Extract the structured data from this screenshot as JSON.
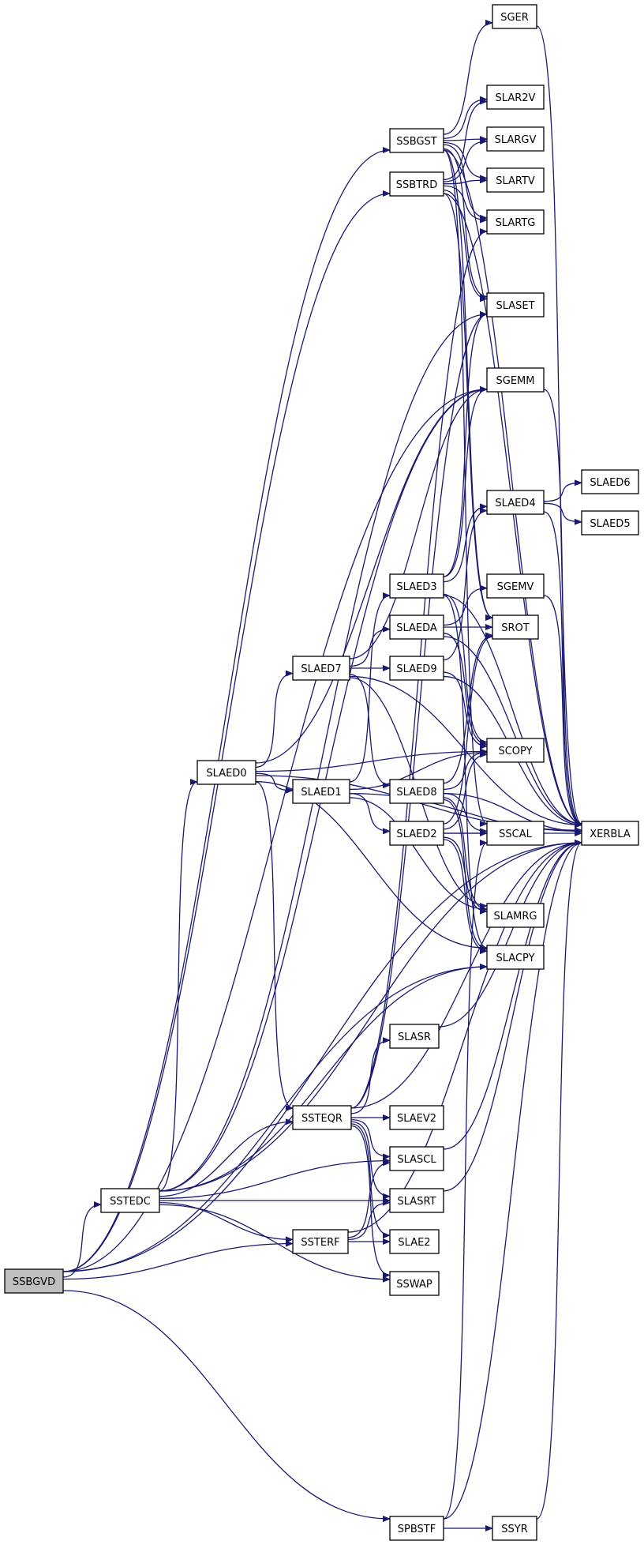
{
  "colors": {
    "edge": "#191970",
    "node_fill": "#ffffff",
    "root_fill": "#bfbfbf",
    "node_stroke": "#000000"
  },
  "nodes": [
    {
      "id": "SSBGVD",
      "label": "SSBGVD",
      "root": true
    },
    {
      "id": "SSBGST",
      "label": "SSBGST"
    },
    {
      "id": "SSBTRD",
      "label": "SSBTRD"
    },
    {
      "id": "SSTEDC",
      "label": "SSTEDC"
    },
    {
      "id": "SLAED0",
      "label": "SLAED0"
    },
    {
      "id": "SLAED7",
      "label": "SLAED7"
    },
    {
      "id": "SLAED1",
      "label": "SLAED1"
    },
    {
      "id": "SSTEQR",
      "label": "SSTEQR"
    },
    {
      "id": "SSTERF",
      "label": "SSTERF"
    },
    {
      "id": "SPBSTF",
      "label": "SPBSTF"
    },
    {
      "id": "SGER",
      "label": "SGER"
    },
    {
      "id": "SLAR2V",
      "label": "SLAR2V"
    },
    {
      "id": "SLARGV",
      "label": "SLARGV"
    },
    {
      "id": "SLARTV",
      "label": "SLARTV"
    },
    {
      "id": "SLARTG",
      "label": "SLARTG"
    },
    {
      "id": "SLASET",
      "label": "SLASET"
    },
    {
      "id": "SGEMM",
      "label": "SGEMM"
    },
    {
      "id": "SLAED4",
      "label": "SLAED4"
    },
    {
      "id": "SLAED3",
      "label": "SLAED3"
    },
    {
      "id": "SGEMV",
      "label": "SGEMV"
    },
    {
      "id": "SLAEDA",
      "label": "SLAEDA"
    },
    {
      "id": "SROT",
      "label": "SROT"
    },
    {
      "id": "SLAED9",
      "label": "SLAED9"
    },
    {
      "id": "SCOPY",
      "label": "SCOPY"
    },
    {
      "id": "SLAED8",
      "label": "SLAED8"
    },
    {
      "id": "SLAED2",
      "label": "SLAED2"
    },
    {
      "id": "SSCAL",
      "label": "SSCAL"
    },
    {
      "id": "SLAMRG",
      "label": "SLAMRG"
    },
    {
      "id": "SLACPY",
      "label": "SLACPY"
    },
    {
      "id": "SLASR",
      "label": "SLASR"
    },
    {
      "id": "SLAEV2",
      "label": "SLAEV2"
    },
    {
      "id": "SLASCL",
      "label": "SLASCL"
    },
    {
      "id": "SLASRT",
      "label": "SLASRT"
    },
    {
      "id": "SLAE2",
      "label": "SLAE2"
    },
    {
      "id": "SSWAP",
      "label": "SSWAP"
    },
    {
      "id": "SSYR",
      "label": "SSYR"
    },
    {
      "id": "SLAED6",
      "label": "SLAED6"
    },
    {
      "id": "SLAED5",
      "label": "SLAED5"
    },
    {
      "id": "XERBLA",
      "label": "XERBLA"
    }
  ],
  "edges": [
    [
      "SSBGVD",
      "SSBGST"
    ],
    [
      "SSBGVD",
      "SSBTRD"
    ],
    [
      "SSBGVD",
      "SSTEDC"
    ],
    [
      "SSBGVD",
      "SSTERF"
    ],
    [
      "SSBGVD",
      "SPBSTF"
    ],
    [
      "SSBGVD",
      "SGEMM"
    ],
    [
      "SSBGVD",
      "SLACPY"
    ],
    [
      "SSBGVD",
      "XERBLA"
    ],
    [
      "SSBGST",
      "SGER"
    ],
    [
      "SSBGST",
      "SLAR2V"
    ],
    [
      "SSBGST",
      "SLARGV"
    ],
    [
      "SSBGST",
      "SLARTV"
    ],
    [
      "SSBGST",
      "SLARTG"
    ],
    [
      "SSBGST",
      "SLASET"
    ],
    [
      "SSBGST",
      "SROT"
    ],
    [
      "SSBGST",
      "SSCAL"
    ],
    [
      "SSBGST",
      "XERBLA"
    ],
    [
      "SSBTRD",
      "SLAR2V"
    ],
    [
      "SSBTRD",
      "SLARGV"
    ],
    [
      "SSBTRD",
      "SLARTV"
    ],
    [
      "SSBTRD",
      "SLARTG"
    ],
    [
      "SSBTRD",
      "SLASET"
    ],
    [
      "SSBTRD",
      "SROT"
    ],
    [
      "SSBTRD",
      "XERBLA"
    ],
    [
      "SSTEDC",
      "SLAED0"
    ],
    [
      "SSTEDC",
      "SGEMM"
    ],
    [
      "SSTEDC",
      "SLASET"
    ],
    [
      "SSTEDC",
      "SSTEQR"
    ],
    [
      "SSTEDC",
      "SLASCL"
    ],
    [
      "SSTEDC",
      "SLASRT"
    ],
    [
      "SSTEDC",
      "SSTERF"
    ],
    [
      "SSTEDC",
      "SSWAP"
    ],
    [
      "SSTEDC",
      "SLACPY"
    ],
    [
      "SSTEDC",
      "XERBLA"
    ],
    [
      "SLAED0",
      "SGEMM"
    ],
    [
      "SLAED0",
      "SLAED7"
    ],
    [
      "SLAED0",
      "SLAED1"
    ],
    [
      "SLAED0",
      "SCOPY"
    ],
    [
      "SLAED0",
      "SLACPY"
    ],
    [
      "SLAED0",
      "SSTEQR"
    ],
    [
      "SLAED0",
      "XERBLA"
    ],
    [
      "SLAED7",
      "SGEMM"
    ],
    [
      "SLAED7",
      "SLAEDA"
    ],
    [
      "SLAED7",
      "SLAED9"
    ],
    [
      "SLAED7",
      "SLAED8"
    ],
    [
      "SLAED7",
      "SLAMRG"
    ],
    [
      "SLAED7",
      "XERBLA"
    ],
    [
      "SLAED1",
      "SLAED3"
    ],
    [
      "SLAED1",
      "SLAED2"
    ],
    [
      "SLAED1",
      "SCOPY"
    ],
    [
      "SLAED1",
      "SLAMRG"
    ],
    [
      "SLAED1",
      "XERBLA"
    ],
    [
      "SLAED3",
      "SLASET"
    ],
    [
      "SLAED3",
      "SGEMM"
    ],
    [
      "SLAED3",
      "SLAED4"
    ],
    [
      "SLAED3",
      "SCOPY"
    ],
    [
      "SLAED3",
      "SLACPY"
    ],
    [
      "SLAED3",
      "XERBLA"
    ],
    [
      "SLAEDA",
      "SGEMV"
    ],
    [
      "SLAEDA",
      "SROT"
    ],
    [
      "SLAEDA",
      "SCOPY"
    ],
    [
      "SLAEDA",
      "XERBLA"
    ],
    [
      "SLAED9",
      "SLAED4"
    ],
    [
      "SLAED9",
      "SCOPY"
    ],
    [
      "SLAED9",
      "XERBLA"
    ],
    [
      "SLAED8",
      "SROT"
    ],
    [
      "SLAED8",
      "SCOPY"
    ],
    [
      "SLAED8",
      "SSCAL"
    ],
    [
      "SLAED8",
      "SLAMRG"
    ],
    [
      "SLAED8",
      "SLACPY"
    ],
    [
      "SLAED8",
      "XERBLA"
    ],
    [
      "SLAED2",
      "SROT"
    ],
    [
      "SLAED2",
      "SCOPY"
    ],
    [
      "SLAED2",
      "SSCAL"
    ],
    [
      "SLAED2",
      "SLAMRG"
    ],
    [
      "SLAED2",
      "SLACPY"
    ],
    [
      "SLAED2",
      "XERBLA"
    ],
    [
      "SLAED4",
      "SLAED6"
    ],
    [
      "SLAED4",
      "SLAED5"
    ],
    [
      "SLAED4",
      "XERBLA"
    ],
    [
      "SGEMM",
      "XERBLA"
    ],
    [
      "SGEMV",
      "XERBLA"
    ],
    [
      "SGER",
      "XERBLA"
    ],
    [
      "SSTEQR",
      "SLASR"
    ],
    [
      "SSTEQR",
      "SLAEV2"
    ],
    [
      "SSTEQR",
      "SLASCL"
    ],
    [
      "SSTEQR",
      "SLASRT"
    ],
    [
      "SSTEQR",
      "SLAE2"
    ],
    [
      "SSTEQR",
      "SSWAP"
    ],
    [
      "SSTEQR",
      "SLASET"
    ],
    [
      "SSTEQR",
      "SLARTG"
    ],
    [
      "SSTEQR",
      "XERBLA"
    ],
    [
      "SSTERF",
      "SLASCL"
    ],
    [
      "SSTERF",
      "SLASRT"
    ],
    [
      "SSTERF",
      "SLAE2"
    ],
    [
      "SSTERF",
      "XERBLA"
    ],
    [
      "SLASCL",
      "XERBLA"
    ],
    [
      "SLASRT",
      "XERBLA"
    ],
    [
      "SLASR",
      "XERBLA"
    ],
    [
      "SPBSTF",
      "SSYR"
    ],
    [
      "SPBSTF",
      "SSCAL"
    ],
    [
      "SPBSTF",
      "XERBLA"
    ],
    [
      "SSYR",
      "XERBLA"
    ]
  ]
}
